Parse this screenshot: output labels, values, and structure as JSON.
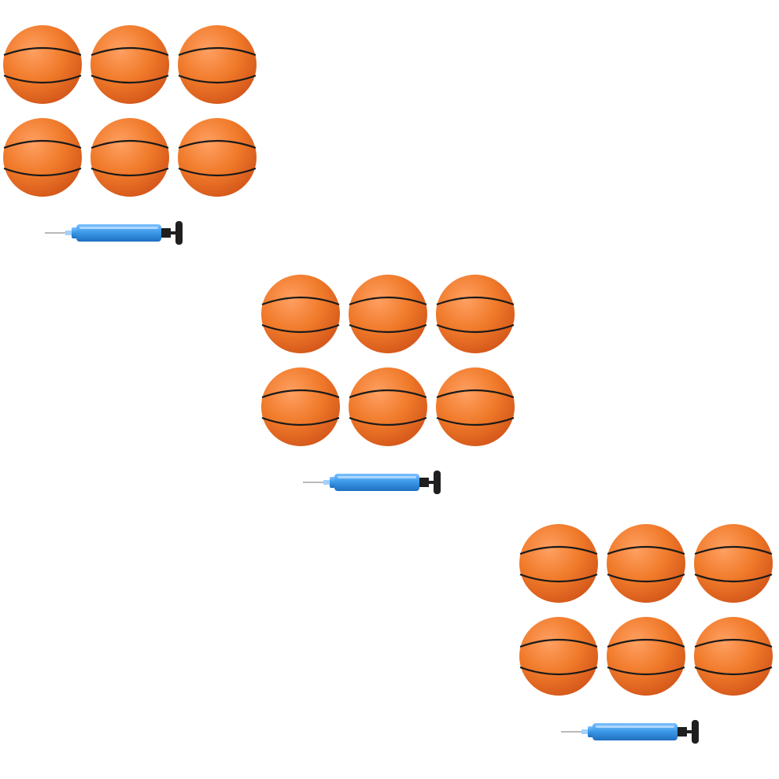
{
  "scene": {
    "background": "#ffffff",
    "product_sets": [
      {
        "balls": 6,
        "pump": "hand-pump-icon"
      },
      {
        "balls": 6,
        "pump": "hand-pump-icon"
      },
      {
        "balls": 6,
        "pump": "hand-pump-icon"
      }
    ]
  },
  "colors": {
    "ball_orange": "#f07a2a",
    "ball_highlight": "#ffa062",
    "ball_shadow": "#d4571a",
    "seam": "#1a1a1a",
    "pump_blue": "#3d9be9",
    "pump_dark": "#1f1f1f",
    "needle": "#b9b9b9"
  }
}
